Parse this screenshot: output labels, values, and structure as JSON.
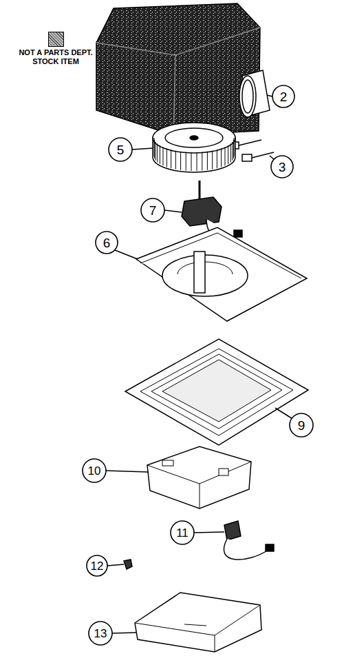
{
  "diagram": {
    "labels": [
      "2",
      "3",
      "5",
      "7",
      "6",
      "9",
      "10",
      "11",
      "12",
      "13"
    ],
    "legend": [
      {
        "text": "NOT A PARTS DEPT. STOCK ITEM"
      }
    ]
  }
}
